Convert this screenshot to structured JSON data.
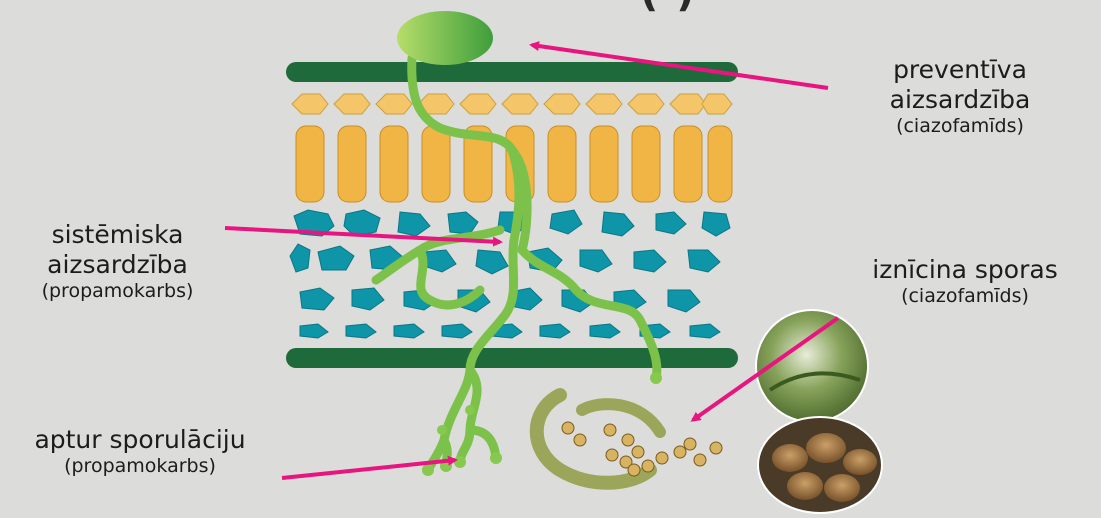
{
  "header": {
    "partial_title": "(       )"
  },
  "labels": {
    "preventive": {
      "line1": "preventīva",
      "line2": "aizsardzība",
      "sub": "(ciazofamīds)"
    },
    "systemic": {
      "line1": "sistēmiska",
      "line2": "aizsardzība",
      "sub": "(propamokarbs)"
    },
    "spores": {
      "line1": "iznīcina sporas",
      "sub": "(ciazofamīds)"
    },
    "sporulation": {
      "line1": "aptur sporulāciju",
      "sub": "(propamokarbs)"
    }
  },
  "colors": {
    "background": "#dcdcdb",
    "arrow": "#e8147f",
    "leaf_band": "#1f6a3a",
    "palisade": "#f0b545",
    "mesophyll": "#0e96a8",
    "hypha": "#7cc24a"
  }
}
